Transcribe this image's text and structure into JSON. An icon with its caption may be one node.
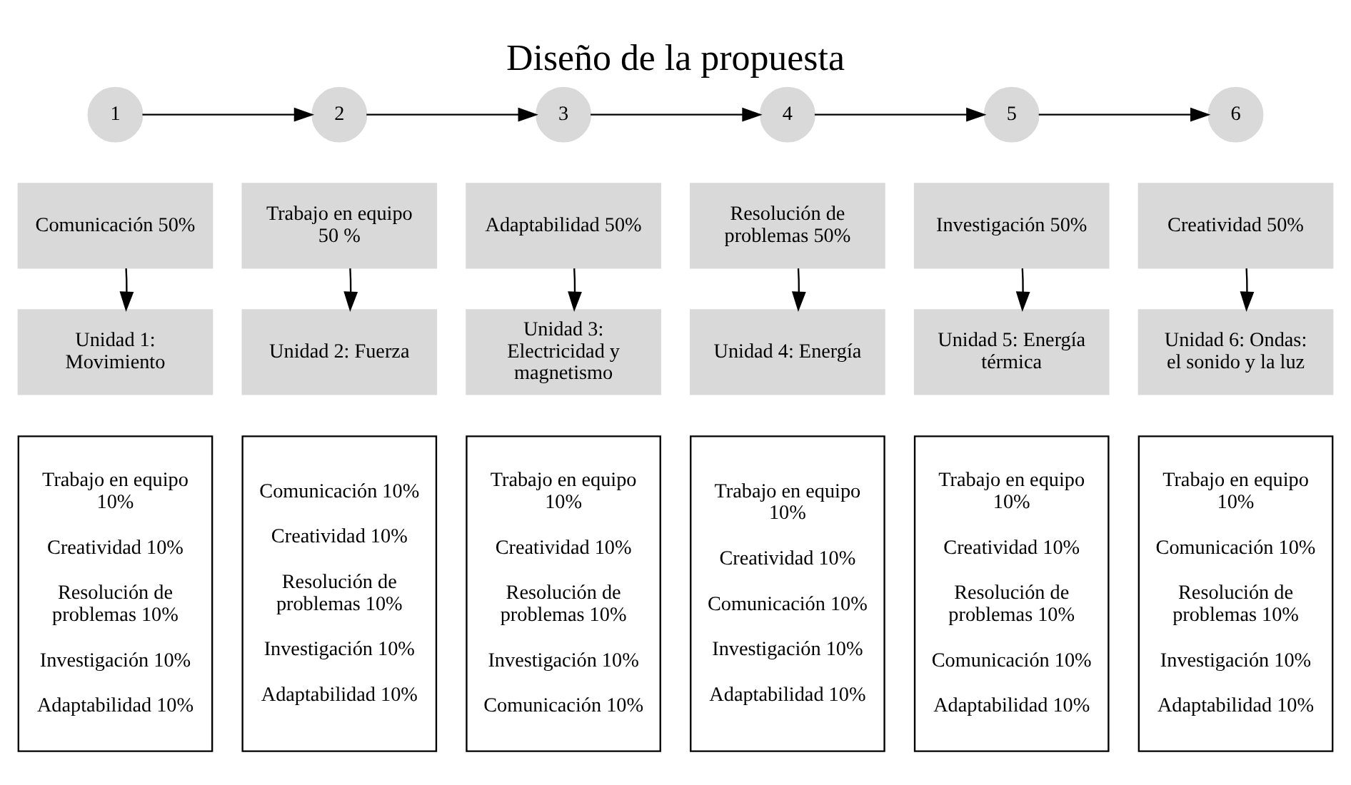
{
  "diagram": {
    "title": "Diseño de la propuesta",
    "nodes": [
      {
        "text": [
          "1"
        ]
      },
      {
        "text": [
          "2"
        ]
      },
      {
        "text": [
          "3"
        ]
      },
      {
        "text": [
          "4"
        ]
      },
      {
        "text": [
          "5"
        ]
      },
      {
        "text": [
          "6"
        ]
      },
      {
        "text": [
          "Comunicación 50%"
        ]
      },
      {
        "text": [
          "Trabajo en equipo 50 %"
        ]
      },
      {
        "text": [
          "Adaptabilidad 50%"
        ]
      },
      {
        "text": [
          "Resolución de problemas 50%"
        ]
      },
      {
        "text": [
          "Investigación 50%"
        ]
      },
      {
        "text": [
          "Creatividad 50%"
        ]
      },
      {
        "text": [
          "Unidad 1: Movimiento"
        ]
      },
      {
        "text": [
          "Unidad 2: Fuerza"
        ]
      },
      {
        "text": [
          "Unidad 3: Electricidad y magnetismo"
        ]
      },
      {
        "text": [
          "Unidad 4: Energía"
        ]
      },
      {
        "text": [
          "Unidad 5: Energía térmica"
        ]
      },
      {
        "text": [
          "Unidad 6: Ondas: el sonido y la luz"
        ]
      },
      {
        "text": [
          "Trabajo en equipo 10%",
          "Creatividad 10%",
          "Resolución de problemas 10%",
          "Investigación 10%",
          "Adaptabilidad 10%"
        ]
      },
      {
        "text": [
          "Comunicación 10%",
          "Creatividad 10%",
          "Resolución de problemas 10%",
          "Investigación 10%",
          "Adaptabilidad 10%"
        ]
      },
      {
        "text": [
          "Trabajo en equipo 10%",
          "Creatividad 10%",
          "Resolución de problemas 10%",
          "Investigación 10%",
          "Comunicación 10%"
        ]
      },
      {
        "text": [
          "Trabajo en equipo 10%",
          "Creatividad 10%",
          "Comunicación 10%",
          "Investigación 10%",
          "Adaptabilidad 10%"
        ]
      },
      {
        "text": [
          "Trabajo en equipo 10%",
          "Creatividad 10%",
          "Resolución de problemas 10%",
          "Comunicación 10%",
          "Adaptabilidad 10%"
        ]
      },
      {
        "text": [
          "Trabajo en equipo 10%",
          "Comunicación 10%",
          "Resolución de problemas 10%",
          "Investigación 10%",
          "Adaptabilidad 10%"
        ]
      }
    ],
    "edges": [
      {
        "from": 0,
        "to": 1,
        "arrow": "to"
      },
      {
        "from": 1,
        "to": 2,
        "arrow": "to"
      },
      {
        "from": 2,
        "to": 3,
        "arrow": "to"
      },
      {
        "from": 3,
        "to": 4,
        "arrow": "to"
      },
      {
        "from": 4,
        "to": 5,
        "arrow": "to"
      },
      {
        "from": 6,
        "to": 12,
        "arrow": "to"
      },
      {
        "from": 7,
        "to": 13,
        "arrow": "to"
      },
      {
        "from": 8,
        "to": 14,
        "arrow": "to"
      },
      {
        "from": 9,
        "to": 15,
        "arrow": "to"
      },
      {
        "from": 10,
        "to": 16,
        "arrow": "to"
      },
      {
        "from": 11,
        "to": 17,
        "arrow": "to"
      }
    ]
  }
}
